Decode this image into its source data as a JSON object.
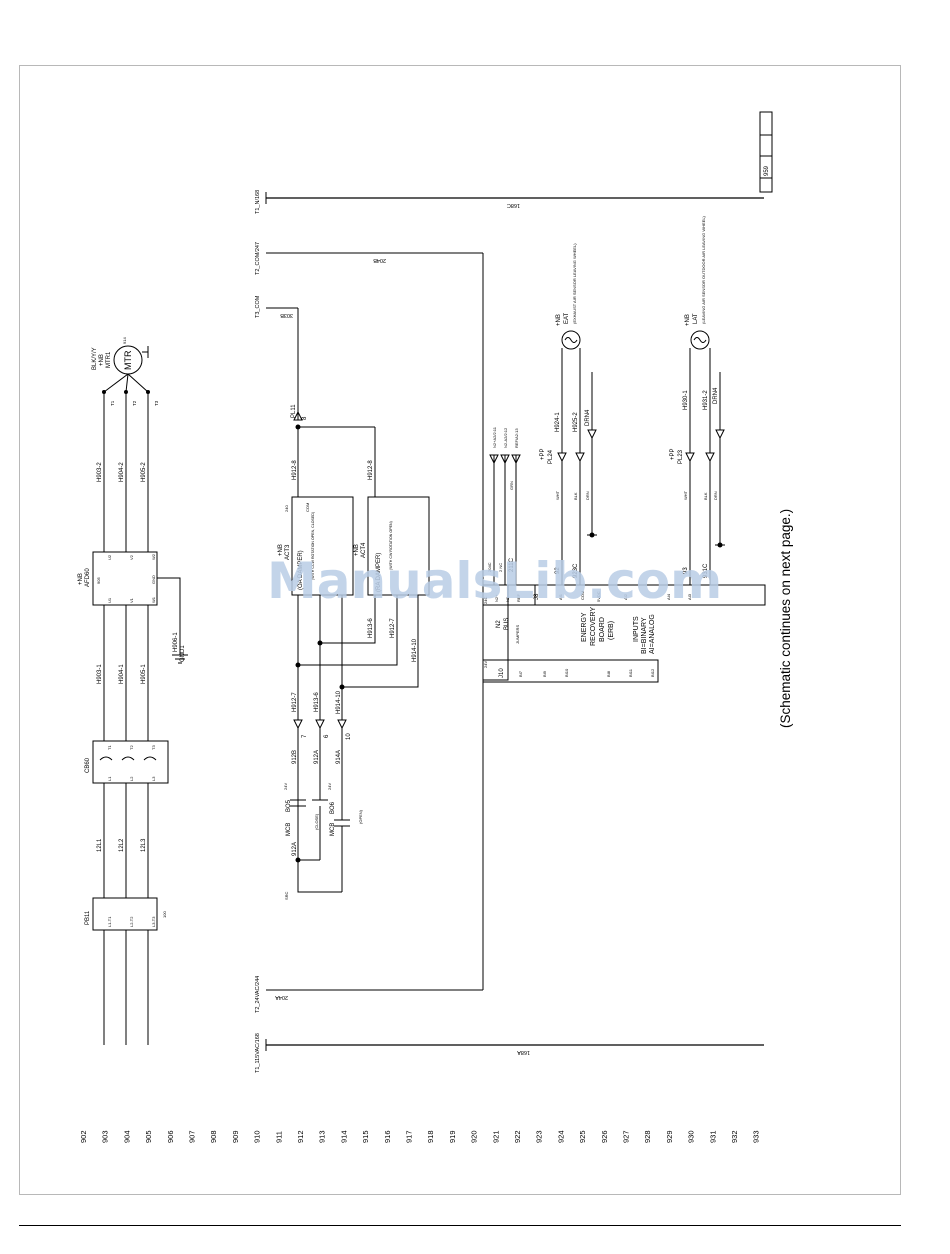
{
  "note": "(Schematic continues on next page.)",
  "watermark": "ManualsLib.com",
  "sheet_number": "959",
  "line_numbers": [
    "902",
    "903",
    "904",
    "905",
    "906",
    "907",
    "908",
    "909",
    "910",
    "911",
    "912",
    "913",
    "914",
    "915",
    "916",
    "917",
    "918",
    "919",
    "920",
    "921",
    "922",
    "923",
    "924",
    "925",
    "926",
    "927",
    "928",
    "929",
    "930",
    "931",
    "932",
    "933"
  ],
  "buses": {
    "t1_n_168": "T1_N/168",
    "w168c": "168C",
    "t2_com_247": "T2_COM/247",
    "w204b": "204B",
    "t3_com": "T3_COM",
    "w303b": "303B",
    "t2_24vac_244": "T2_24VAC/244",
    "w204a": "204A",
    "t1_115vac_168": "T1_115VAC/168",
    "w168a": "168A"
  },
  "motor": {
    "title1": "BLK/Y/Y",
    "title2": "+NB",
    "title3": "MTR1",
    "label": "MTR",
    "ground_ref": "914",
    "t1": "T1",
    "t2": "T2",
    "t3": "T3"
  },
  "motor_wires": {
    "h903_2": "H903-2",
    "h904_2": "H904-2",
    "h905_2": "H905-2",
    "h903_1": "H903-1",
    "h904_1": "H904-1",
    "h905_1": "H905-1",
    "h906_1": "H906-1",
    "gnd1": "GND1"
  },
  "afd": {
    "title1": "+NB",
    "title2": "AFD60",
    "ref": "905",
    "u2": "U2",
    "v2": "V2",
    "w2": "W2",
    "u1": "U1",
    "v1": "V1",
    "w1": "W1",
    "gnd": "GND"
  },
  "cb": {
    "title": "CB60",
    "t1": "T1",
    "t2": "T2",
    "t3": "T3",
    "l1": "L1",
    "l2": "L2",
    "l3": "L3"
  },
  "pb": {
    "title": "PB11",
    "ref": "100",
    "l1": "L1-T1",
    "l2": "L2-T2",
    "l3": "L3-T3"
  },
  "line_wires": {
    "w12l1": "12L1",
    "w12l2": "12L2",
    "w12l3": "12L3"
  },
  "dampers": {
    "plug": "PL11",
    "pin8": "8",
    "pin7": "7",
    "pin6": "6",
    "pin10": "10",
    "h912_8a": "H912-8",
    "h912_8b": "H912-8",
    "act3_title1": "+NB",
    "act3_title2": "ACT3",
    "act3_name": "(OA DAMPER)",
    "act3_note": "(WITH CCW ROTATION OPEN, CLOSED)",
    "act3_ref": "240",
    "act3_com": "COM",
    "act4_title1": "+NB",
    "act4_title2": "ACT4",
    "act4_name": "(RA DAMPER)",
    "act4_note": "(WITH CW ROTATION OPEN)",
    "h912_7": "H912-7",
    "h913_6": "H913-6",
    "h914_10": "H914-10",
    "h913_6b": "H913-6",
    "h912_7b": "H912-7",
    "h914_10b": "H914-10",
    "w912b": "912B",
    "w912a": "912A",
    "w914a": "914A",
    "w912a2": "912A",
    "mcb_bo5": "MCB",
    "bo5": "BO5",
    "mcb_bo6": "MCB",
    "bo6": "BO6",
    "v24_1": "24V",
    "v24_2": "24V",
    "bo5_note": "(CLOSE)",
    "bo6_note": "(OPEN)",
    "l1_src": "SRC"
  },
  "erb": {
    "title1": "ENERGY",
    "title2": "RECOVERY",
    "title3": "BOARD",
    "title4": "(ERB)",
    "inputs1": "INPUTS",
    "inputs2": "BI=BINARY",
    "inputs3": "AI=ANALOG",
    "n2_bus1": "N2",
    "n2_bus2": "BUS",
    "jumpers": "JUMPERS",
    "j8": "J8",
    "j10": "J10",
    "v24": "24V",
    "v24c": "24C",
    "w211c": "211C",
    "w2": "2 NC",
    "w3": "204C",
    "ai1": "AI1",
    "com": "COM",
    "v5dc": "5VDC",
    "ai2": "AI2",
    "ai4": "AI4",
    "ai3": "AI3",
    "bi7": "BI7",
    "bi9": "BI9",
    "bi10": "BI10",
    "bi8": "BI8",
    "bi11": "BI11",
    "bi12": "BI12",
    "n2a": "N2+",
    "n2b": "N2-",
    "ref": "REF"
  },
  "sensors": {
    "eat_title1": "+NB",
    "eat_title2": "EAT",
    "eat_desc": "(EXHAUST AIR SENSOR LEAVING WHEEL)",
    "lat_title1": "+NB",
    "lat_title2": "LAT",
    "lat_desc": "(LEAVING AIR SENSOR OUTDOOR AIR LEAVING WHEEL)",
    "pl24_1": "+PP",
    "pl24_2": "PL24",
    "pl23_1": "+PP",
    "pl23_2": "PL23",
    "h924_1": "H924-1",
    "h925_2": "H925-2",
    "drn4a": "DRN4",
    "h930_1": "H930-1",
    "h931_2": "H931-2",
    "drn4b": "DRN4",
    "w92": "92",
    "w923c": "923C",
    "w93": "93",
    "w931c": "931C",
    "n2a_wire": "N2+A2/2:11",
    "n2b_wire": "N2-A2/2:12",
    "ref_wire": "REF/A2:13",
    "wht": "WHT",
    "blk": "BLK",
    "grn": "GRN",
    "drn": "DRN"
  }
}
